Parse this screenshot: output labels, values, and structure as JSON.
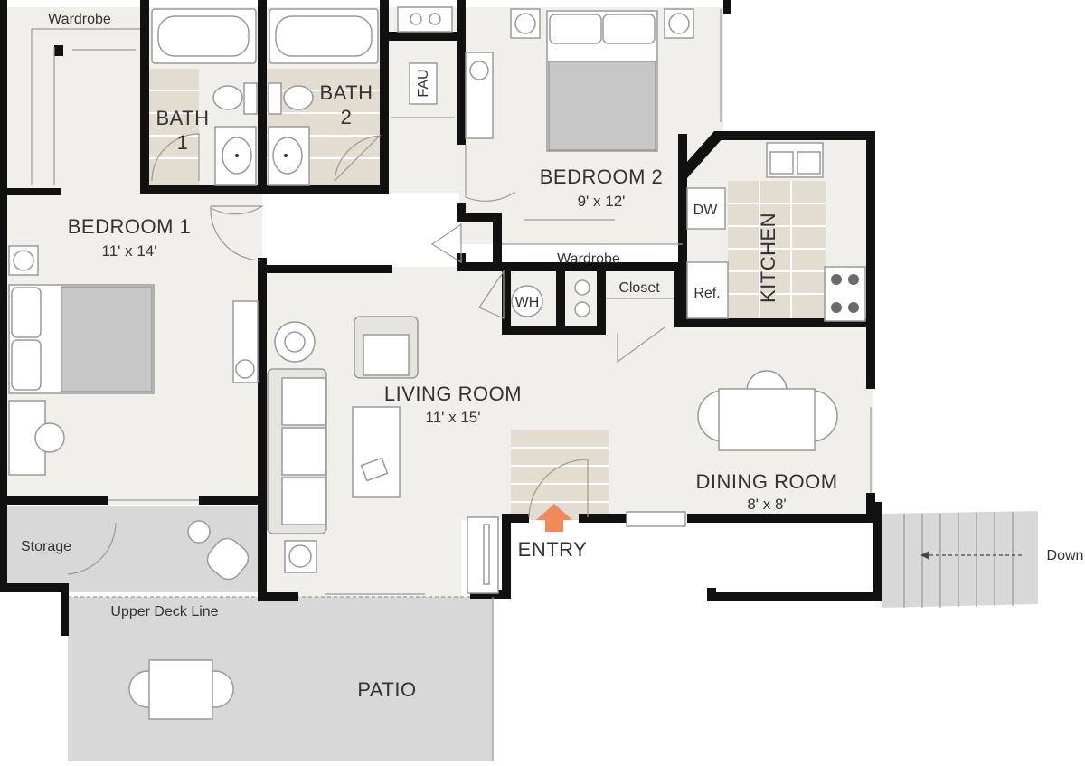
{
  "plan": {
    "rooms": {
      "bedroom1": {
        "name": "BEDROOM 1",
        "size": "11' x 14'"
      },
      "bedroom2": {
        "name": "BEDROOM 2",
        "size": "9' x 12'"
      },
      "living": {
        "name": "LIVING ROOM",
        "size": "11' x 15'"
      },
      "dining": {
        "name": "DINING ROOM",
        "size": "8' x 8'"
      },
      "kitchen": {
        "name": "KITCHEN"
      },
      "bath1": {
        "name": "BATH",
        "number": "1"
      },
      "bath2": {
        "name": "BATH",
        "number": "2"
      },
      "patio": {
        "name": "PATIO"
      },
      "storage": {
        "name": "Storage"
      }
    },
    "labels": {
      "wardrobe_top": "Wardrobe",
      "wardrobe_mid": "Wardrobe",
      "closet": "Closet",
      "fau": "FAU",
      "wh": "WH",
      "dw": "DW",
      "ref": "Ref.",
      "entry": "ENTRY",
      "upper_deck": "Upper Deck Line",
      "down": "Down"
    },
    "colors": {
      "floor": "#f1efe9",
      "wall": "#111111",
      "patio": "#d8d8d8",
      "tile": "#e3ddd1",
      "entry_arrow": "#f08a5d"
    }
  }
}
